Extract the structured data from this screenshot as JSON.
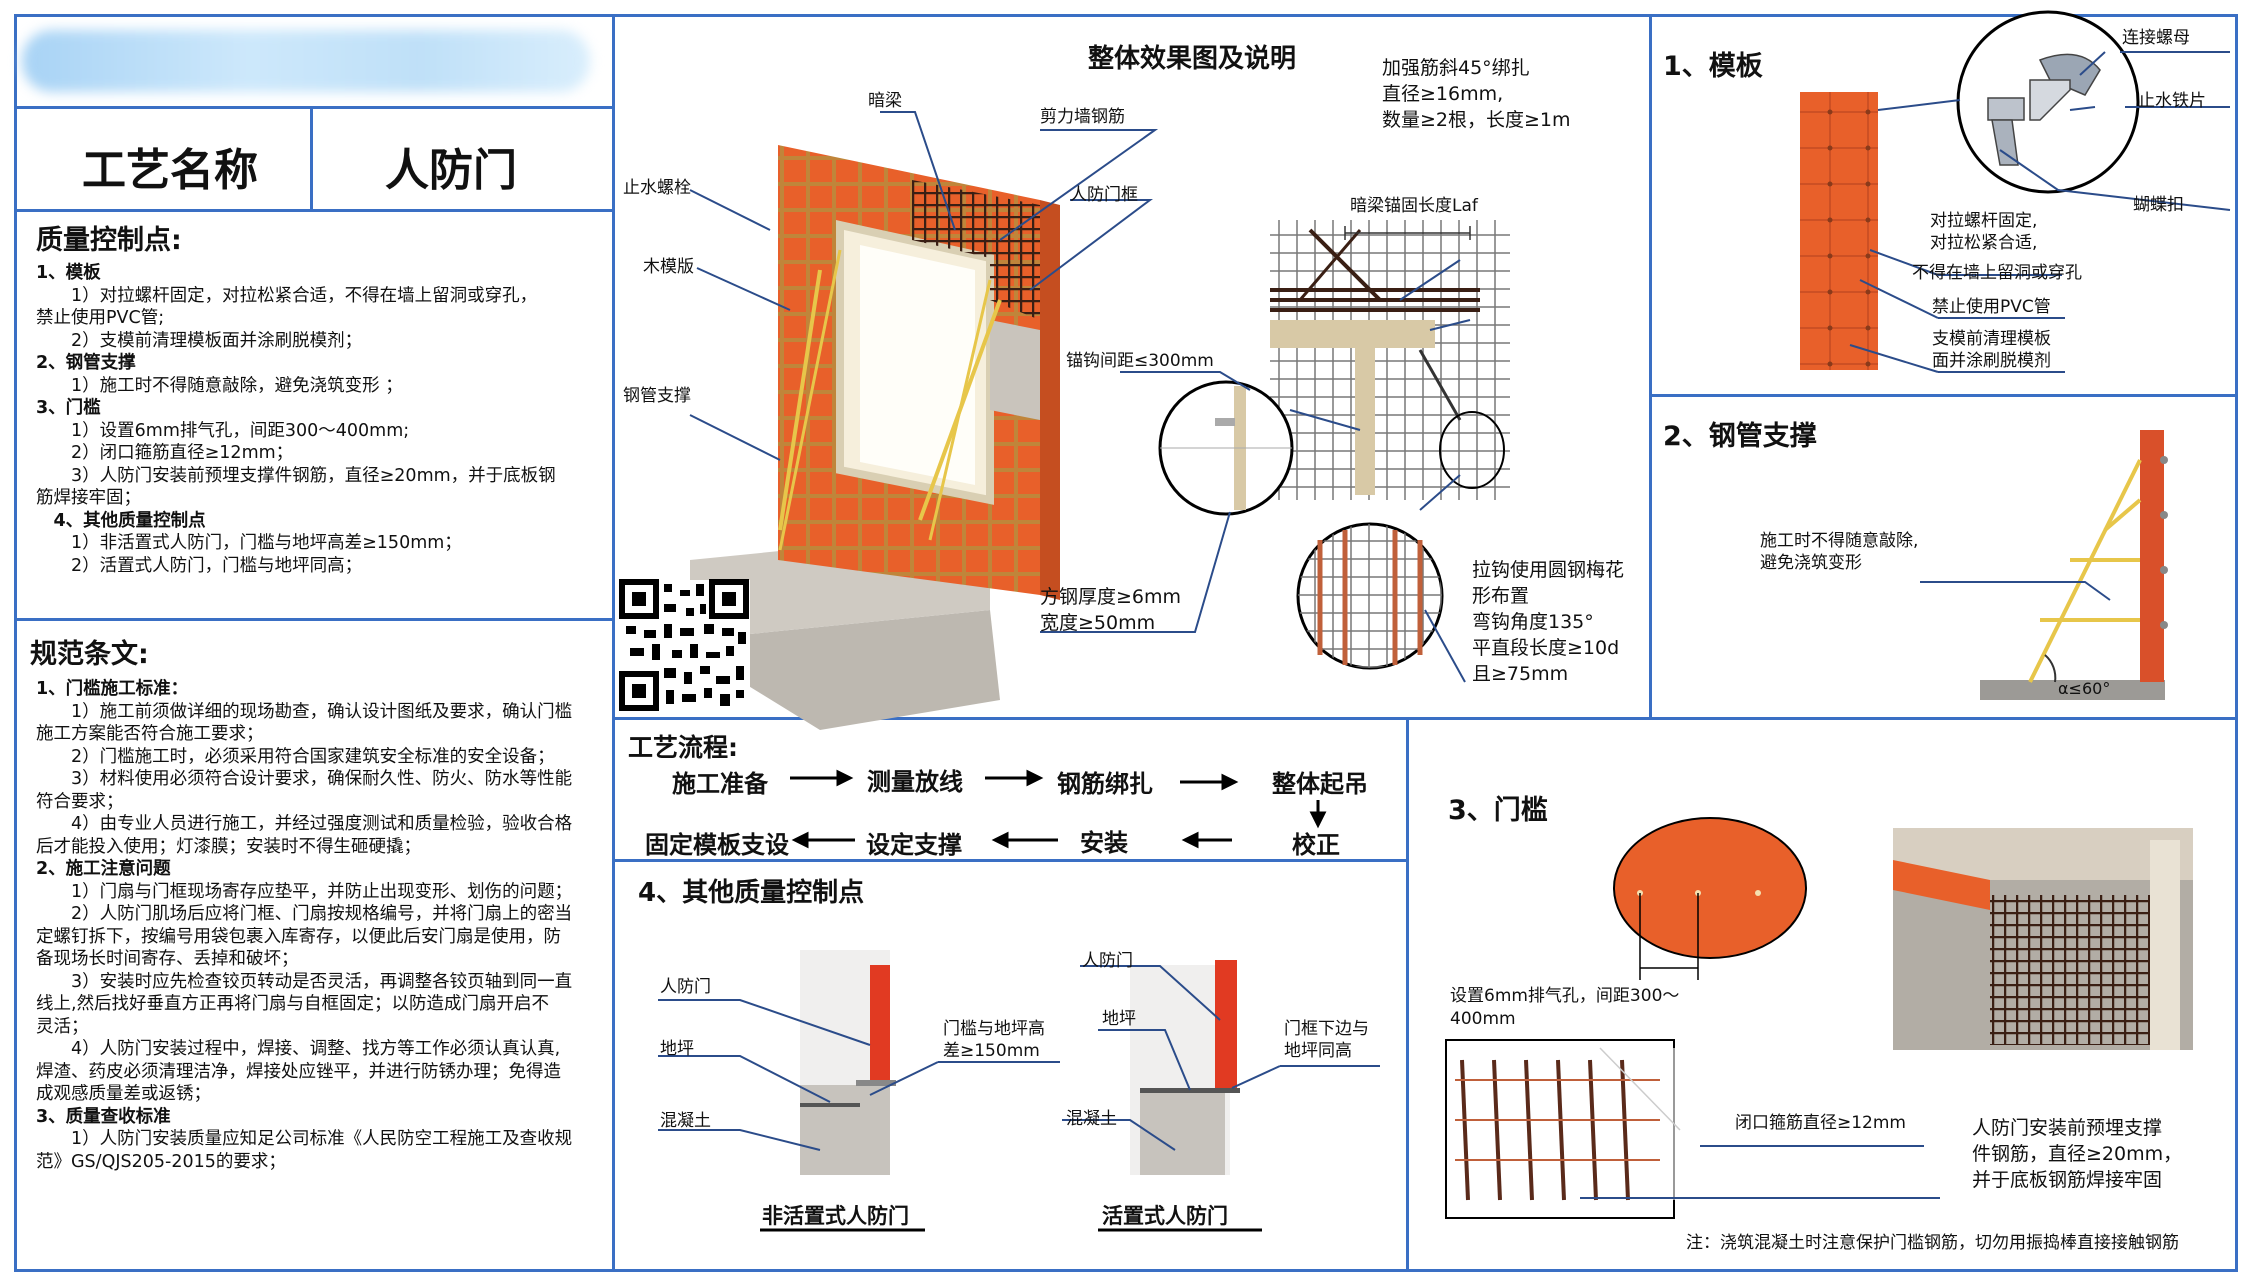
{
  "header": {
    "left_label": "工艺名称",
    "right_label": "人防门"
  },
  "quality": {
    "title": "质量控制点:",
    "lines": [
      {
        "t": "1、模板",
        "b": true
      },
      {
        "t": "　　1）对拉螺杆固定，对拉松紧合适，不得在墙上留洞或穿孔，",
        "b": false
      },
      {
        "t": "禁止使用PVC管;",
        "b": false
      },
      {
        "t": "　　2）支模前清理模板面并涂刷脱模剂；",
        "b": false
      },
      {
        "t": "2、钢管支撑",
        "b": true
      },
      {
        "t": "　　1）施工时不得随意敲除，避免浇筑变形 ；",
        "b": false
      },
      {
        "t": "3、门槛",
        "b": true
      },
      {
        "t": "　　1）设置6mm排气孔，间距300～400mm;",
        "b": false
      },
      {
        "t": "　　2）闭口箍筋直径≥12mm；",
        "b": false
      },
      {
        "t": "　　3）人防门安装前预埋支撑件钢筋，直径≥20mm，并于底板钢",
        "b": false
      },
      {
        "t": "筋焊接牢固；",
        "b": false
      },
      {
        "t": "　4、其他质量控制点",
        "b": true
      },
      {
        "t": "　　1）非活置式人防门，门槛与地坪高差≥150mm；",
        "b": false
      },
      {
        "t": "　　2）活置式人防门，门槛与地坪同高；",
        "b": false
      }
    ]
  },
  "norms": {
    "title": "规范条文:",
    "lines": [
      {
        "t": "1、门槛施工标准：",
        "b": true
      },
      {
        "t": "　　1）施工前须做详细的现场勘查，确认设计图纸及要求，确认门槛",
        "b": false
      },
      {
        "t": "施工方案能否符合施工要求；",
        "b": false
      },
      {
        "t": "　　2）门槛施工时，必须采用符合国家建筑安全标准的安全设备；",
        "b": false
      },
      {
        "t": "　　3）材料使用必须符合设计要求，确保耐久性、防火、防水等性能",
        "b": false
      },
      {
        "t": "符合要求；",
        "b": false
      },
      {
        "t": "　　4）由专业人员进行施工，并经过强度测试和质量检验，验收合格",
        "b": false
      },
      {
        "t": "后才能投入使用；灯漆膜；安装时不得生砸硬撬；",
        "b": false
      },
      {
        "t": "2、施工注意问题",
        "b": true
      },
      {
        "t": "　　1）门扇与门框现场寄存应垫平，并防止出现变形、划伤的问题；",
        "b": false
      },
      {
        "t": "　　2）人防门肌场后应将门框、门扇按规格编号，并将门扇上的密当",
        "b": false
      },
      {
        "t": "定螺钉拆下，按编号用袋包裹入库寄存，以便此后安门扇是使用，防",
        "b": false
      },
      {
        "t": "备现场长时间寄存、丢掉和破坏；",
        "b": false
      },
      {
        "t": "　　3）安装时应先检查铰页转动是否灵活，再调整各铰页轴到同一直",
        "b": false
      },
      {
        "t": "线上,然后找好垂直方正再将门扇与自框固定；以防造成门扇开启不",
        "b": false
      },
      {
        "t": "灵活；",
        "b": false
      },
      {
        "t": "　　4）人防门安装过程中，焊接、调整、找方等工作必须认真认真,",
        "b": false
      },
      {
        "t": "焊渣、药皮必须清理洁净，焊接处应锉平，并进行防锈办理；免得造",
        "b": false
      },
      {
        "t": "成观感质量差或返锈；",
        "b": false
      },
      {
        "t": "3、质量查收标准",
        "b": true
      },
      {
        "t": "　　1）人防门安装质量应知足公司标准《人民防空工程施工及查收规",
        "b": false
      },
      {
        "t": "范》GS/QJS205-2015的要求；",
        "b": false
      }
    ]
  },
  "overview": {
    "title": "整体效果图及说明",
    "labels": {
      "dark_beam": "暗梁",
      "shear_wall_rebar": "剪力墙钢筋",
      "water_bolt": "止水螺栓",
      "wood_form": "木模版",
      "door_frame": "人防门框",
      "steel_support": "钢管支撑",
      "hook_spacing": "锚钩间距≤300mm",
      "beam_anchor": "暗梁锚固长度Laf",
      "reinforce_1": "加强筋斜45°绑扎",
      "reinforce_2": "直径≥16mm,",
      "reinforce_3": "数量≥2根，长度≥1m",
      "square_steel_1": "方钢厚度≥6mm",
      "square_steel_2": "宽度≥50mm",
      "tie_1": "拉钩使用圆钢梅花",
      "tie_2": "形布置",
      "tie_3": "弯钩角度135°",
      "tie_4": "平直段长度≥10d",
      "tie_5": "且≥75mm"
    }
  },
  "formwork": {
    "title": "1、模板",
    "labels": {
      "nut": "连接螺母",
      "stop_plate": "止水铁片",
      "butterfly": "蝴蝶扣",
      "t1": "对拉螺杆固定,",
      "t2": "对拉松紧合适,",
      "t3": "不得在墙上留洞或穿孔",
      "t4": "禁止使用PVC管",
      "t5": "支模前清理模板",
      "t6": "面并涂刷脱模剂"
    }
  },
  "support": {
    "title": "2、钢管支撑",
    "labels": {
      "t1": "施工时不得随意敲除,",
      "t2": "避免浇筑变形",
      "angle": "α≤60°"
    }
  },
  "process": {
    "title": "工艺流程:",
    "steps_row1": [
      "施工准备",
      "测量放线",
      "钢筋绑扎",
      "整体起吊"
    ],
    "steps_row2": [
      "固定模板支设",
      "设定支撑",
      "安装",
      "校正"
    ]
  },
  "other": {
    "title": "4、其他质量控制点",
    "left": {
      "door": "人防门",
      "floor": "地坪",
      "concrete": "混凝土",
      "note1": "门槛与地坪高",
      "note2": "差≥150mm",
      "caption": "非活置式人防门"
    },
    "right": {
      "door": "人防门",
      "floor": "地坪",
      "concrete": "混凝土",
      "note1": "门框下边与",
      "note2": "地坪同高",
      "caption": "活置式人防门"
    }
  },
  "threshold": {
    "title": "3、门槛",
    "labels": {
      "vent1": "设置6mm排气孔，间距300～",
      "vent2": "400mm",
      "stirrup": "闭口箍筋直径≥12mm",
      "embed1": "人防门安装前预埋支撑",
      "embed2": "件钢筋，直径≥20mm，",
      "embed3": "并于底板钢筋焊接牢固"
    },
    "note": "注：浇筑混凝土时注意保护门槛钢筋，切勿用振捣棒直接接触钢筋"
  },
  "colors": {
    "frame": "#3a6fc4",
    "form": "#e8602a",
    "rebar": "#5a2a1a",
    "concrete": "#b9b5ae"
  }
}
